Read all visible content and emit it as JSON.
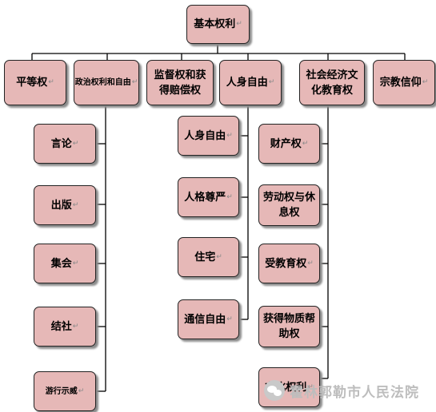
{
  "root": {
    "label": "基本权利"
  },
  "level1": [
    {
      "label": "平等权"
    },
    {
      "label": "政治权利和自由"
    },
    {
      "label": "监督权和获得赔偿权"
    },
    {
      "label": "人身自由"
    },
    {
      "label": "社会经济文化教育权"
    },
    {
      "label": "宗教信仰"
    }
  ],
  "political_children": [
    {
      "label": "言论"
    },
    {
      "label": "出版"
    },
    {
      "label": "集会"
    },
    {
      "label": "结社"
    },
    {
      "label": "游行示威"
    }
  ],
  "personal_children": [
    {
      "label": "人身自由"
    },
    {
      "label": "人格尊严"
    },
    {
      "label": "住宅"
    },
    {
      "label": "通信自由"
    }
  ],
  "socio_children": [
    {
      "label": "财产权"
    },
    {
      "label": "劳动权与休息权"
    },
    {
      "label": "受教育权"
    },
    {
      "label": "获得物质帮助权"
    },
    {
      "label": "文化权利"
    }
  ],
  "watermark": {
    "text": "霍林郭勒市人民法院"
  },
  "colors": {
    "box_fill": "#e6b8b7",
    "border": "#222222",
    "shadow": "#8c8c8c"
  }
}
